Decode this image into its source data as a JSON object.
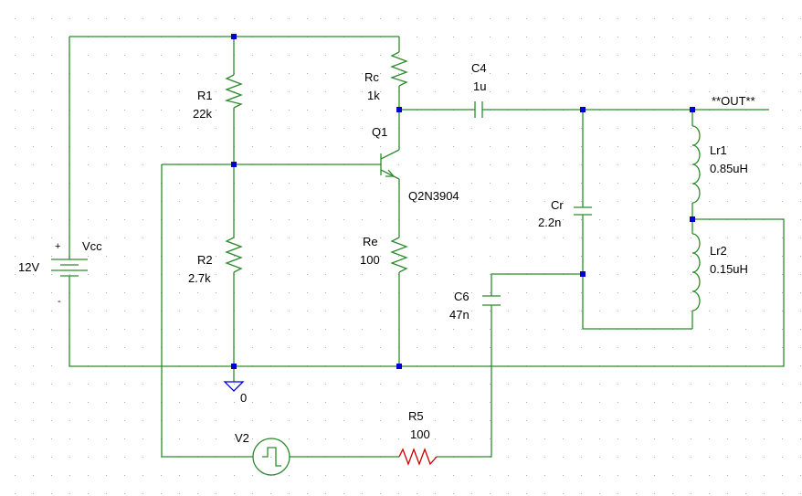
{
  "schematic": {
    "supply": {
      "name": "Vcc",
      "value": "12V",
      "plus": "+",
      "minus": "-"
    },
    "resistors": [
      {
        "name": "R1",
        "value": "22k"
      },
      {
        "name": "Rc",
        "value": "1k"
      },
      {
        "name": "R2",
        "value": "2.7k"
      },
      {
        "name": "Re",
        "value": "100"
      },
      {
        "name": "R5",
        "value": "100"
      }
    ],
    "capacitors": [
      {
        "name": "C4",
        "value": "1u"
      },
      {
        "name": "Cr",
        "value": "2.2n"
      },
      {
        "name": "C6",
        "value": "47n"
      }
    ],
    "inductors": [
      {
        "name": "Lr1",
        "value": "0.85uH"
      },
      {
        "name": "Lr2",
        "value": "0.15uH"
      }
    ],
    "transistor": {
      "name": "Q1",
      "model": "Q2N3904"
    },
    "source": {
      "name": "V2"
    },
    "ground": {
      "label": "0"
    },
    "output": {
      "label": "**OUT**"
    },
    "colors": {
      "wire": "#2e8b2e",
      "resistor": "#cc0000",
      "node": "#0000cc",
      "grid": "#b0b0b0"
    }
  }
}
